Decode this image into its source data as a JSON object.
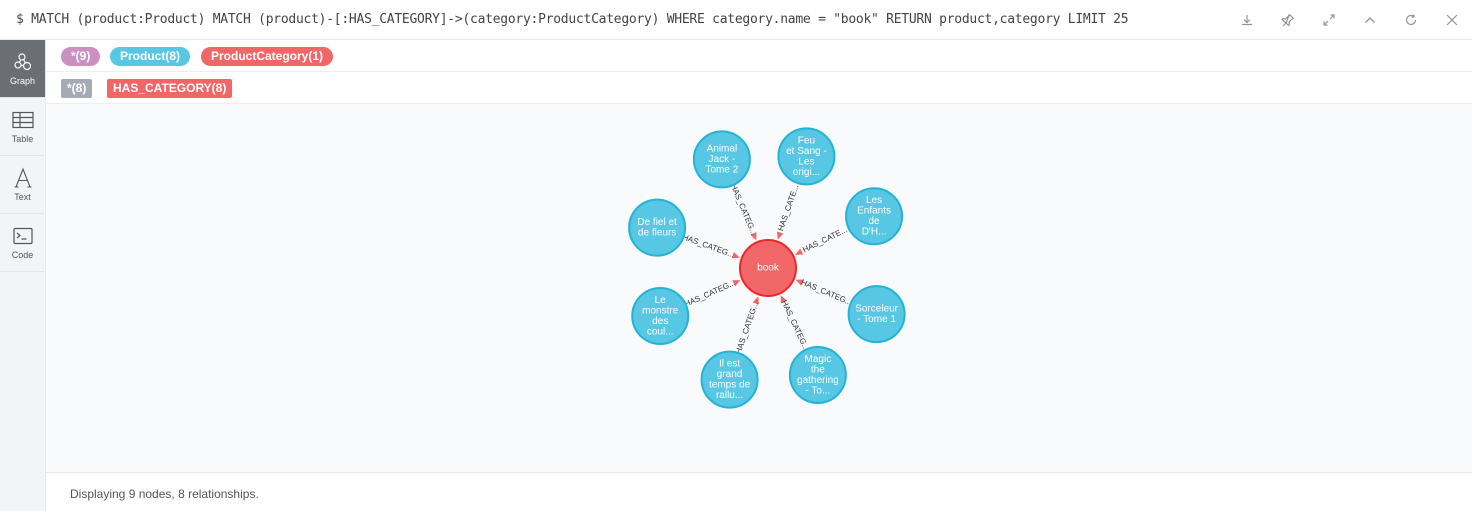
{
  "query": "$ MATCH (product:Product) MATCH (product)-[:HAS_CATEGORY]->(category:ProductCategory) WHERE category.name = \"book\" RETURN product,category LIMIT 25",
  "sidebar": {
    "items": [
      {
        "label": "Graph",
        "icon": "graph-icon",
        "active": true
      },
      {
        "label": "Table",
        "icon": "table-icon"
      },
      {
        "label": "Text",
        "icon": "text-icon"
      },
      {
        "label": "Code",
        "icon": "code-icon"
      }
    ]
  },
  "legend": {
    "node_labels": [
      {
        "label": "*(9)",
        "color": "#c990c0"
      },
      {
        "label": "Product(8)",
        "color": "#57c7e3"
      },
      {
        "label": "ProductCategory(1)",
        "color": "#f16667"
      }
    ],
    "rel_types": [
      {
        "label": "*(8)",
        "color": "#a5abb6"
      },
      {
        "label": "HAS_CATEGORY(8)",
        "color": "#f16667"
      }
    ]
  },
  "graph": {
    "center": {
      "lines": [
        "book"
      ],
      "color": "#f16667"
    },
    "product_color": "#57c7e3",
    "nodes": [
      {
        "lines": [
          "Animal",
          "Jack -",
          "Tome 2"
        ],
        "rel": "HAS_CATEG..."
      },
      {
        "lines": [
          "Feu",
          "et Sang -",
          "Les",
          "origi..."
        ],
        "rel": "HAS_CATE..."
      },
      {
        "lines": [
          "Les",
          "Enfants",
          "de",
          "D'H..."
        ],
        "rel": "HAS_CATE..."
      },
      {
        "lines": [
          "Sorceleur",
          "- Tome 1"
        ],
        "rel": "HAS_CATEG..."
      },
      {
        "lines": [
          "Magic",
          "the",
          "gathering",
          "- To..."
        ],
        "rel": "HAS_CATEG..."
      },
      {
        "lines": [
          "Il est",
          "grand",
          "temps de",
          "rallu..."
        ],
        "rel": "HAS_CATEG..."
      },
      {
        "lines": [
          "Le",
          "monstre",
          "des",
          "coul..."
        ],
        "rel": "HAS_CATEG..."
      },
      {
        "lines": [
          "De fiel et",
          "de fleurs"
        ],
        "rel": "HAS_CATEG..."
      }
    ]
  },
  "status": "Displaying 9 nodes, 8 relationships."
}
